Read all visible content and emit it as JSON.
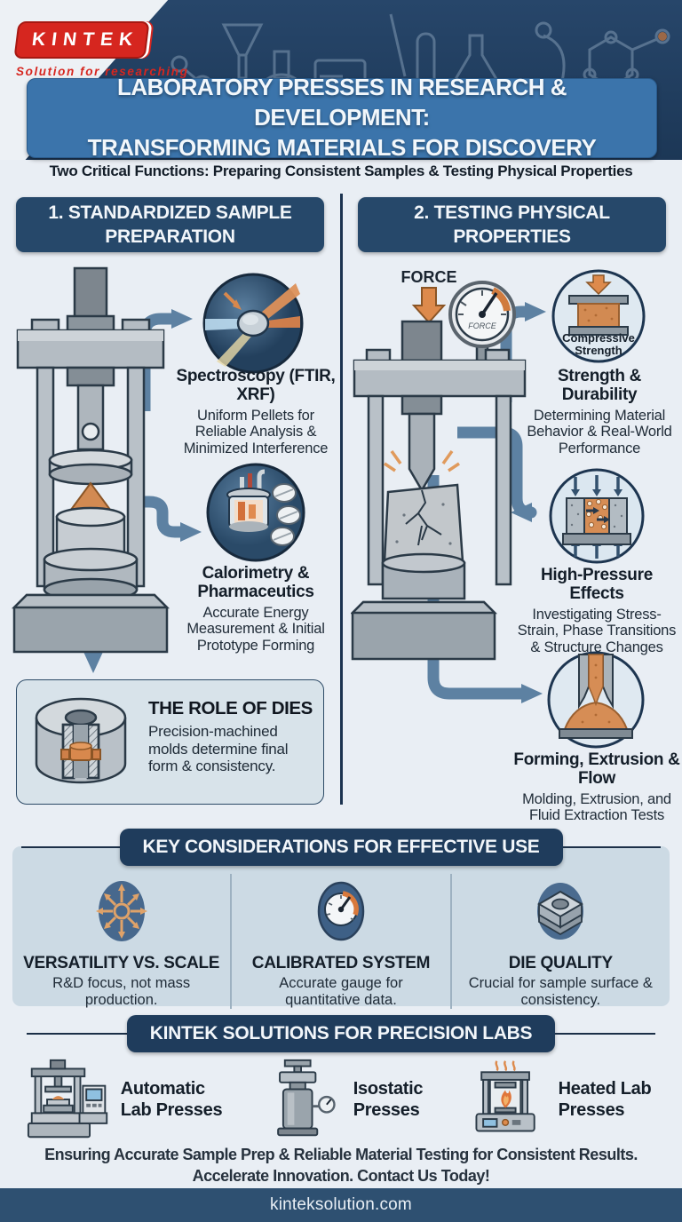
{
  "brand": {
    "logo_text": "KINTEK",
    "tagline": "Solution for researching"
  },
  "header": {
    "title_line1": "LABORATORY PRESSES IN RESEARCH & DEVELOPMENT:",
    "title_line2": "TRANSFORMING MATERIALS FOR DISCOVERY",
    "subtitle": "Two Critical Functions: Preparing Consistent Samples & Testing Physical Properties"
  },
  "prep_section": {
    "header": "1. STANDARDIZED SAMPLE PREPARATION",
    "items": [
      {
        "icon": "spectroscopy-pellet-beams",
        "title": "Spectroscopy (FTIR, XRF)",
        "desc": "Uniform Pellets for Reliable Analysis & Minimized Interference"
      },
      {
        "icon": "calorimeter-and-pills",
        "title": "Calorimetry & Pharmaceutics",
        "desc": "Accurate Energy Measurement & Initial Prototype Forming"
      }
    ],
    "dies_box": {
      "icon": "die-cross-section",
      "title": "THE ROLE OF DIES",
      "desc": "Precision-machined molds determine final form & consistency."
    }
  },
  "testing_section": {
    "header": "2. TESTING PHYSICAL PROPERTIES",
    "force_label": "FORCE",
    "gauge_dial_label": "FORCE",
    "items": [
      {
        "icon": "compression-plates",
        "badge_label": "Compressive Strength",
        "title": "Strength & Durability",
        "desc": "Determining Material Behavior & Real-World Performance"
      },
      {
        "icon": "pressure-cell",
        "title": "High-Pressure Effects",
        "desc": "Investigating Stress-Strain, Phase Transitions & Structure Changes"
      },
      {
        "icon": "extrusion-nozzle",
        "title": "Forming, Extrusion & Flow",
        "desc": "Molding, Extrusion, and Fluid Extraction Tests"
      }
    ]
  },
  "considerations": {
    "header": "KEY CONSIDERATIONS FOR EFFECTIVE USE",
    "items": [
      {
        "icon": "radiating-arrows",
        "title": "VERSATILITY VS. SCALE",
        "desc": "R&D focus, not mass production."
      },
      {
        "icon": "pressure-gauge",
        "title": "CALIBRATED SYSTEM",
        "desc": "Accurate gauge for quantitative data."
      },
      {
        "icon": "die-block",
        "title": "DIE QUALITY",
        "desc": "Crucial for sample surface & consistency."
      }
    ]
  },
  "solutions": {
    "header": "KINTEK SOLUTIONS FOR PRECISION LABS",
    "items": [
      {
        "icon": "automatic-lab-press",
        "line1": "Automatic",
        "line2": "Lab Presses"
      },
      {
        "icon": "isostatic-press",
        "line1": "Isostatic",
        "line2": "Presses"
      },
      {
        "icon": "heated-lab-press",
        "line1": "Heated Lab",
        "line2": "Presses"
      }
    ]
  },
  "closing": {
    "line1": "Ensuring Accurate Sample Prep & Reliable Material Testing for Consistent Results.",
    "line2": "Accelerate Innovation. Contact Us Today!"
  },
  "footer": {
    "website": "kinteksolution.com"
  },
  "colors": {
    "brand_red": "#d6261f",
    "banner_navy": "#203e5e",
    "title_box_blue": "#3b74ab",
    "section_header_navy": "#26486a",
    "page_background": "#e9eef4",
    "arrow_steel_blue": "#5d81a2",
    "accent_orange": "#d8884d",
    "footer_navy": "#2e5071"
  }
}
